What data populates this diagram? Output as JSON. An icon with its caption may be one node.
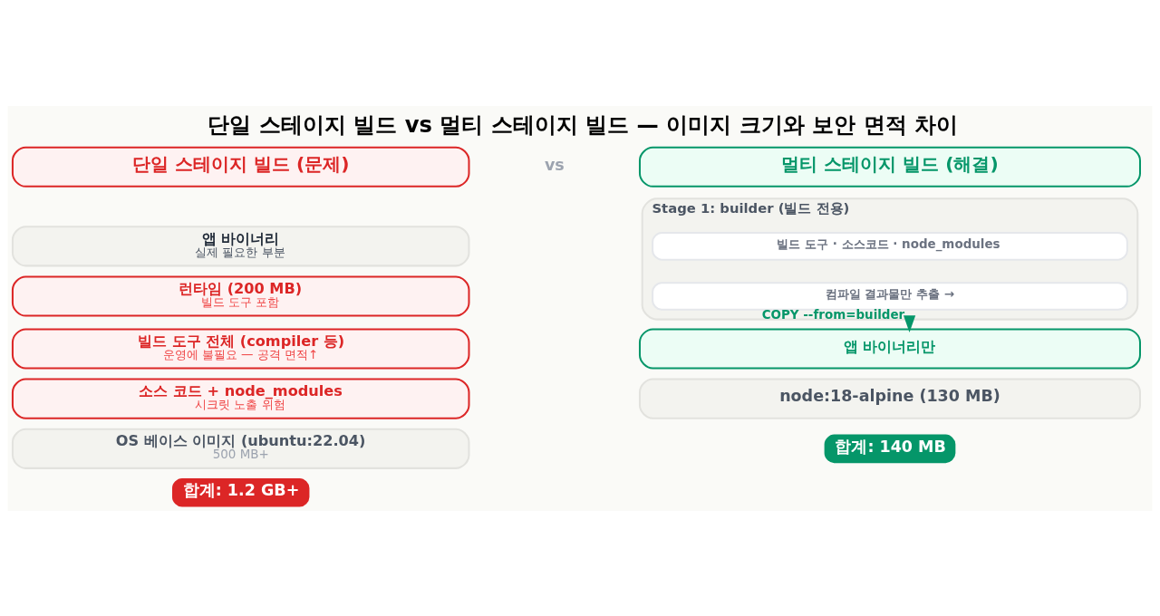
{
  "diagram": {
    "title": "단일 스테이지 빌드 vs 멀티 스테이지 빌드 — 이미지 크기와 보안 면적 차이",
    "nodes": [
      {
        "text": [
          "단일 스테이지 빌드 (문제)"
        ]
      },
      {
        "text": [
          "앱 바이너리",
          "실제 필요한 부분"
        ]
      },
      {
        "text": [
          "런타임 (200 MB)",
          "빌드 도구 포함"
        ]
      },
      {
        "text": [
          "빌드 도구 전체 (compiler 등)",
          "운영에 불필요 — 공격 면적↑"
        ]
      },
      {
        "text": [
          "소스 코드 + node_modules",
          "시크릿 노출 위험"
        ]
      },
      {
        "text": [
          "OS 베이스 이미지 (ubuntu:22.04)",
          "500 MB+"
        ]
      },
      {
        "text": [
          "합계: 1.2 GB+"
        ]
      },
      {
        "text": [
          "멀티 스테이지 빌드 (해결)"
        ]
      },
      {
        "text": [
          "Stage 1: builder (빌드 전용)"
        ]
      },
      {
        "text": [
          "빌드 도구 · 소스코드 · node_modules"
        ],
        "in": 8
      },
      {
        "text": [
          "컴파일 결과물만 추출 →"
        ],
        "in": 8
      },
      {
        "text": [
          "앱 바이너리만"
        ]
      },
      {
        "text": [
          "node:18-alpine (130 MB)"
        ]
      },
      {
        "text": [
          "합계: 140 MB"
        ]
      }
    ],
    "edges": [
      {
        "from": 8,
        "to": 11,
        "arrow": "to",
        "label": "COPY --from=builder",
        "color": "#059669"
      }
    ],
    "labels": [
      "vs"
    ]
  }
}
